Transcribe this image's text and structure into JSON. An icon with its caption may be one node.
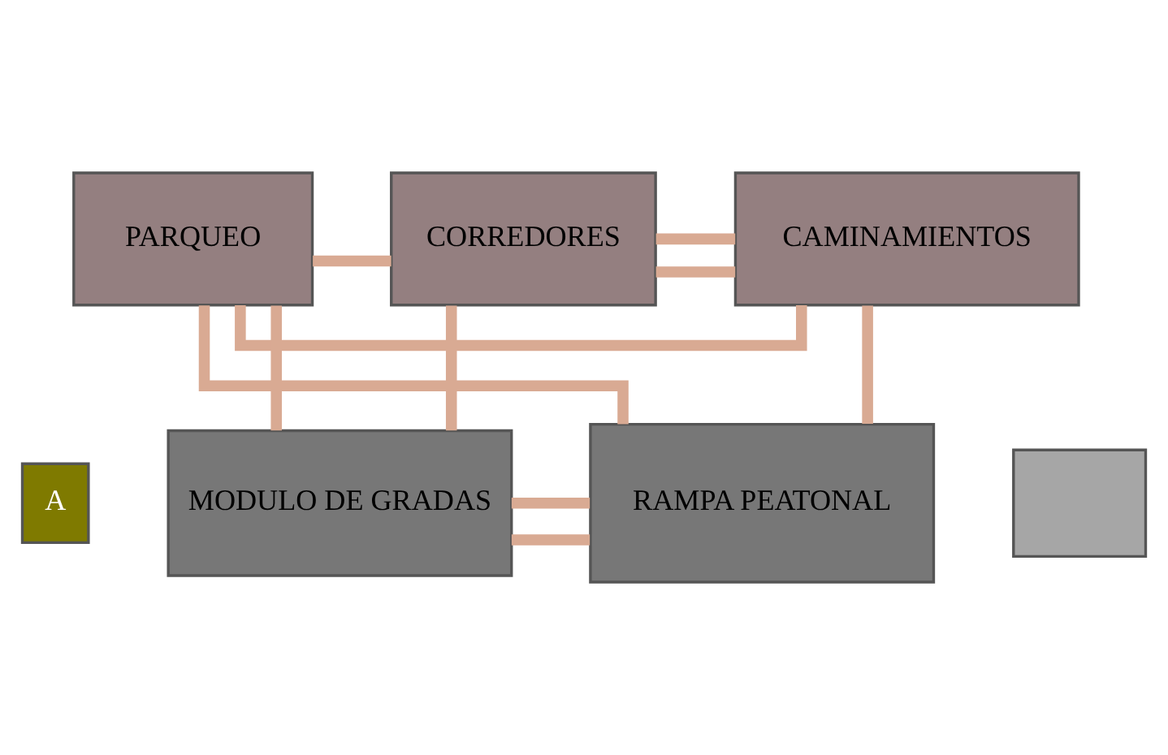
{
  "diagram": {
    "nodes": [
      {
        "text": [
          "CORREDORES"
        ]
      },
      {
        "text": [
          "CAMINAMIENTOS"
        ]
      },
      {
        "text": [
          "PARQUEO"
        ]
      },
      {
        "text": [
          "A"
        ]
      },
      {
        "text": [
          "MODULO DE GRADAS"
        ]
      },
      {
        "text": [
          "RAMPA PEATONAL"
        ]
      },
      {
        "text": [],
        "shape": "box"
      }
    ],
    "edges": [
      {
        "from": 2,
        "to": 0,
        "arrow": "none"
      },
      {
        "from": 2,
        "to": 1,
        "arrow": "none"
      },
      {
        "from": 0,
        "to": 1,
        "arrow": "none"
      },
      {
        "from": 0,
        "to": 1,
        "arrow": "none"
      },
      {
        "from": 0,
        "to": 4,
        "arrow": "none"
      },
      {
        "from": 1,
        "to": 5,
        "arrow": "none"
      },
      {
        "from": 4,
        "to": 5,
        "arrow": "none"
      },
      {
        "from": 2,
        "to": 4,
        "arrow": "none"
      },
      {
        "from": 2,
        "to": 5,
        "arrow": "none"
      },
      {
        "from": 4,
        "to": 5,
        "arrow": "none"
      }
    ]
  }
}
